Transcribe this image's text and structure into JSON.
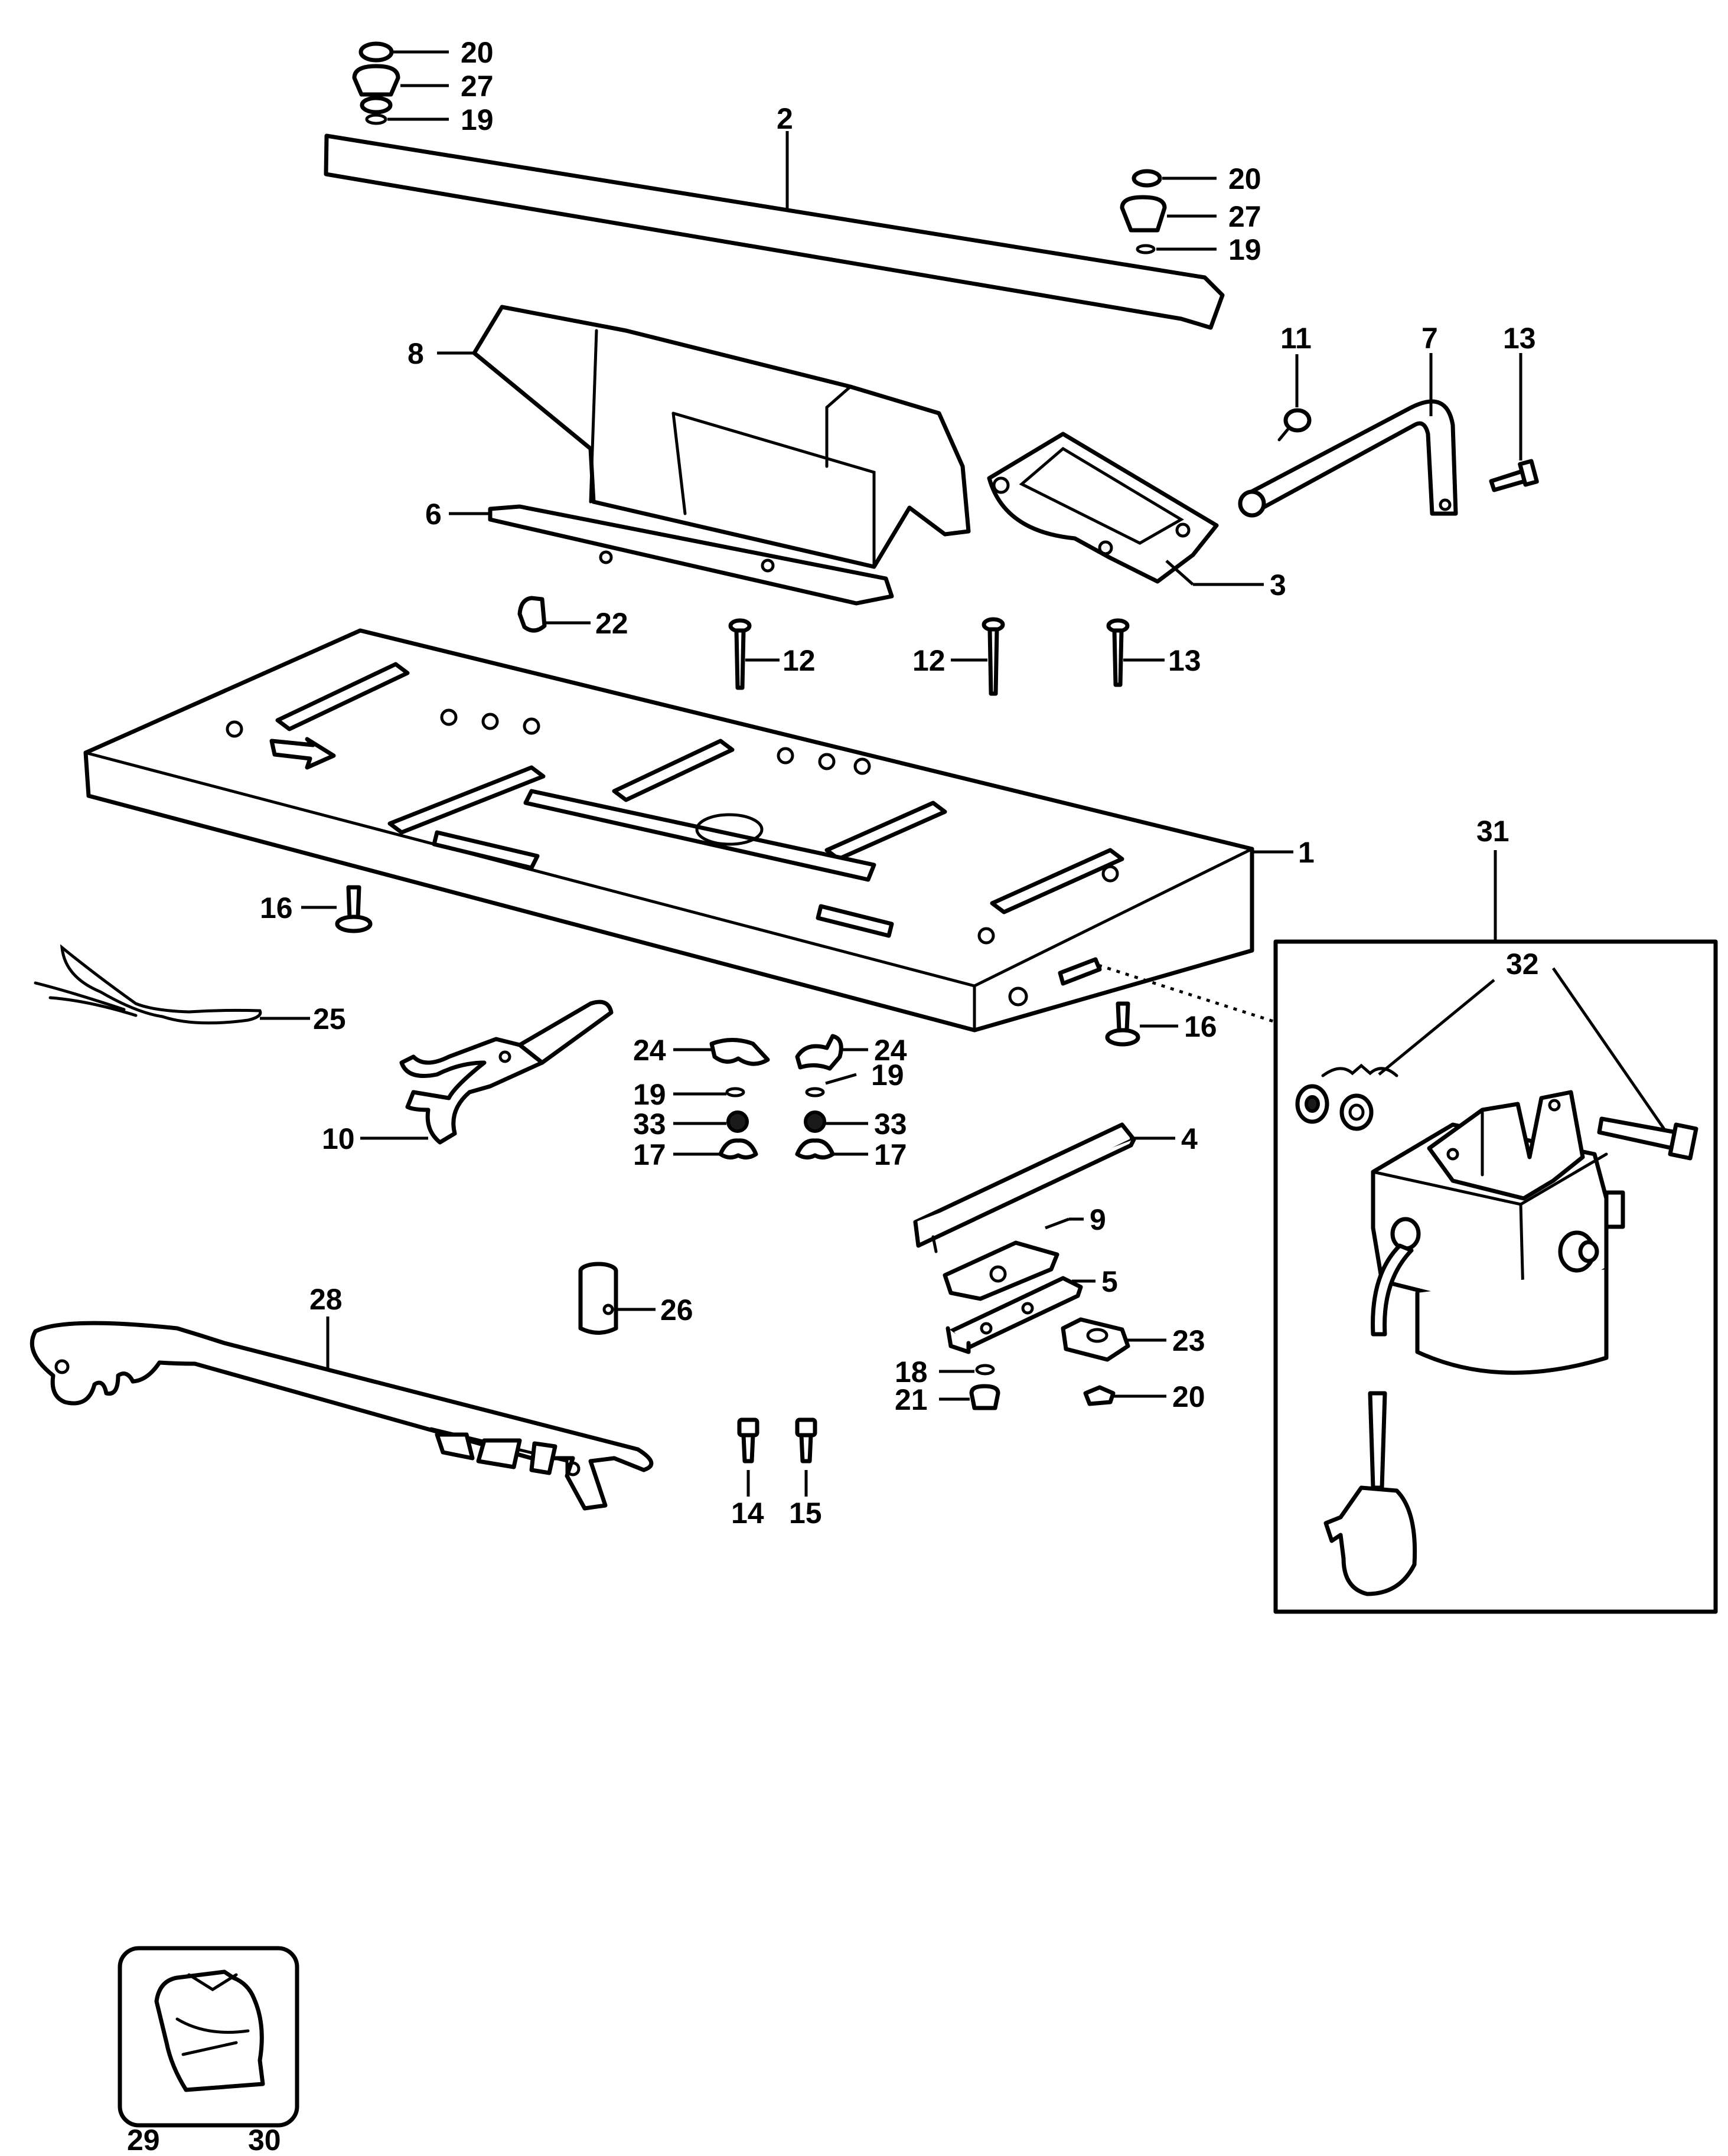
{
  "diagram": {
    "labels": [
      {
        "id": "p20a",
        "text": "20"
      },
      {
        "id": "p27a",
        "text": "27"
      },
      {
        "id": "p19a",
        "text": "19"
      },
      {
        "id": "p2",
        "text": "2"
      },
      {
        "id": "p20b",
        "text": "20"
      },
      {
        "id": "p27b",
        "text": "27"
      },
      {
        "id": "p19b",
        "text": "19"
      },
      {
        "id": "p8",
        "text": "8"
      },
      {
        "id": "p11",
        "text": "11"
      },
      {
        "id": "p7",
        "text": "7"
      },
      {
        "id": "p13a",
        "text": "13"
      },
      {
        "id": "p6",
        "text": "6"
      },
      {
        "id": "p3",
        "text": "3"
      },
      {
        "id": "p22",
        "text": "22"
      },
      {
        "id": "p12a",
        "text": "12"
      },
      {
        "id": "p12b",
        "text": "12"
      },
      {
        "id": "p13b",
        "text": "13"
      },
      {
        "id": "p1",
        "text": "1"
      },
      {
        "id": "p31",
        "text": "31"
      },
      {
        "id": "p16a",
        "text": "16"
      },
      {
        "id": "p32",
        "text": "32"
      },
      {
        "id": "p25",
        "text": "25"
      },
      {
        "id": "p16b",
        "text": "16"
      },
      {
        "id": "p24a",
        "text": "24"
      },
      {
        "id": "p24b",
        "text": "24"
      },
      {
        "id": "p19c",
        "text": "19"
      },
      {
        "id": "p19d",
        "text": "19"
      },
      {
        "id": "p33a",
        "text": "33"
      },
      {
        "id": "p33b",
        "text": "33"
      },
      {
        "id": "p10",
        "text": "10"
      },
      {
        "id": "p17a",
        "text": "17"
      },
      {
        "id": "p17b",
        "text": "17"
      },
      {
        "id": "p4",
        "text": "4"
      },
      {
        "id": "p9",
        "text": "9"
      },
      {
        "id": "p28",
        "text": "28"
      },
      {
        "id": "p26",
        "text": "26"
      },
      {
        "id": "p5",
        "text": "5"
      },
      {
        "id": "p23",
        "text": "23"
      },
      {
        "id": "p18",
        "text": "18"
      },
      {
        "id": "p21",
        "text": "21"
      },
      {
        "id": "p20c",
        "text": "20"
      },
      {
        "id": "p14",
        "text": "14"
      },
      {
        "id": "p15",
        "text": "15"
      },
      {
        "id": "p29",
        "text": "29"
      },
      {
        "id": "p30",
        "text": "30"
      }
    ]
  }
}
